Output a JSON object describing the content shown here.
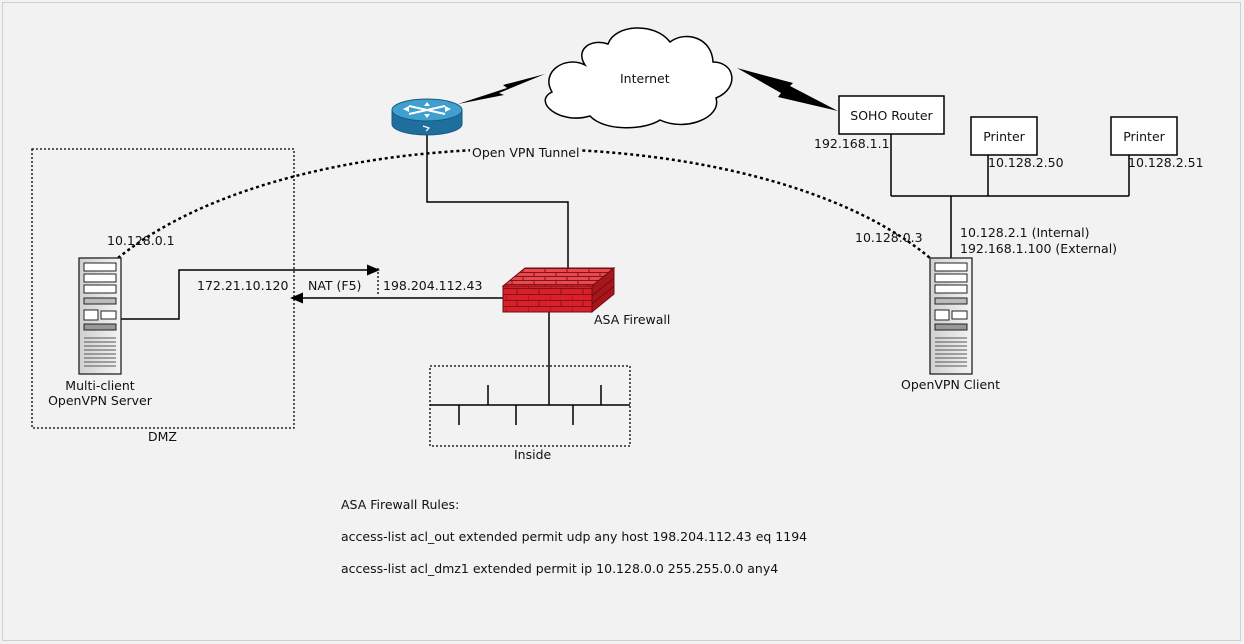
{
  "cloud": {
    "label": "Internet"
  },
  "tunnel": {
    "label": "Open VPN Tunnel"
  },
  "zones": {
    "dmz": "DMZ",
    "inside": "Inside"
  },
  "server": {
    "label_line1": "Multi-client",
    "label_line2": "OpenVPN Server",
    "tunnel_ip": "10.128.0.1",
    "dmz_ip": "172.21.10.120"
  },
  "nat": {
    "label": "NAT (F5)",
    "public_ip": "198.204.112.43"
  },
  "firewall": {
    "label": "ASA Firewall"
  },
  "soho": {
    "label": "SOHO Router",
    "ip": "192.168.1.1"
  },
  "printers": [
    {
      "label": "Printer",
      "ip": "10.128.2.50"
    },
    {
      "label": "Printer",
      "ip": "10.128.2.51"
    }
  ],
  "client": {
    "label": "OpenVPN Client",
    "tunnel_ip": "10.128.0.3",
    "internal_ip": "10.128.2.1 (Internal)",
    "external_ip": "192.168.1.100 (External)"
  },
  "rules": {
    "title": "ASA Firewall Rules:",
    "lines": [
      "access-list acl_out extended permit udp any host 198.204.112.43 eq 1194",
      "access-list acl_dmz1 extended permit ip 10.128.0.0 255.255.0.0 any4"
    ]
  },
  "colors": {
    "firewall_red": "#d8202a",
    "router_blue": "#2f8fc2",
    "background": "#f2f2f2"
  }
}
